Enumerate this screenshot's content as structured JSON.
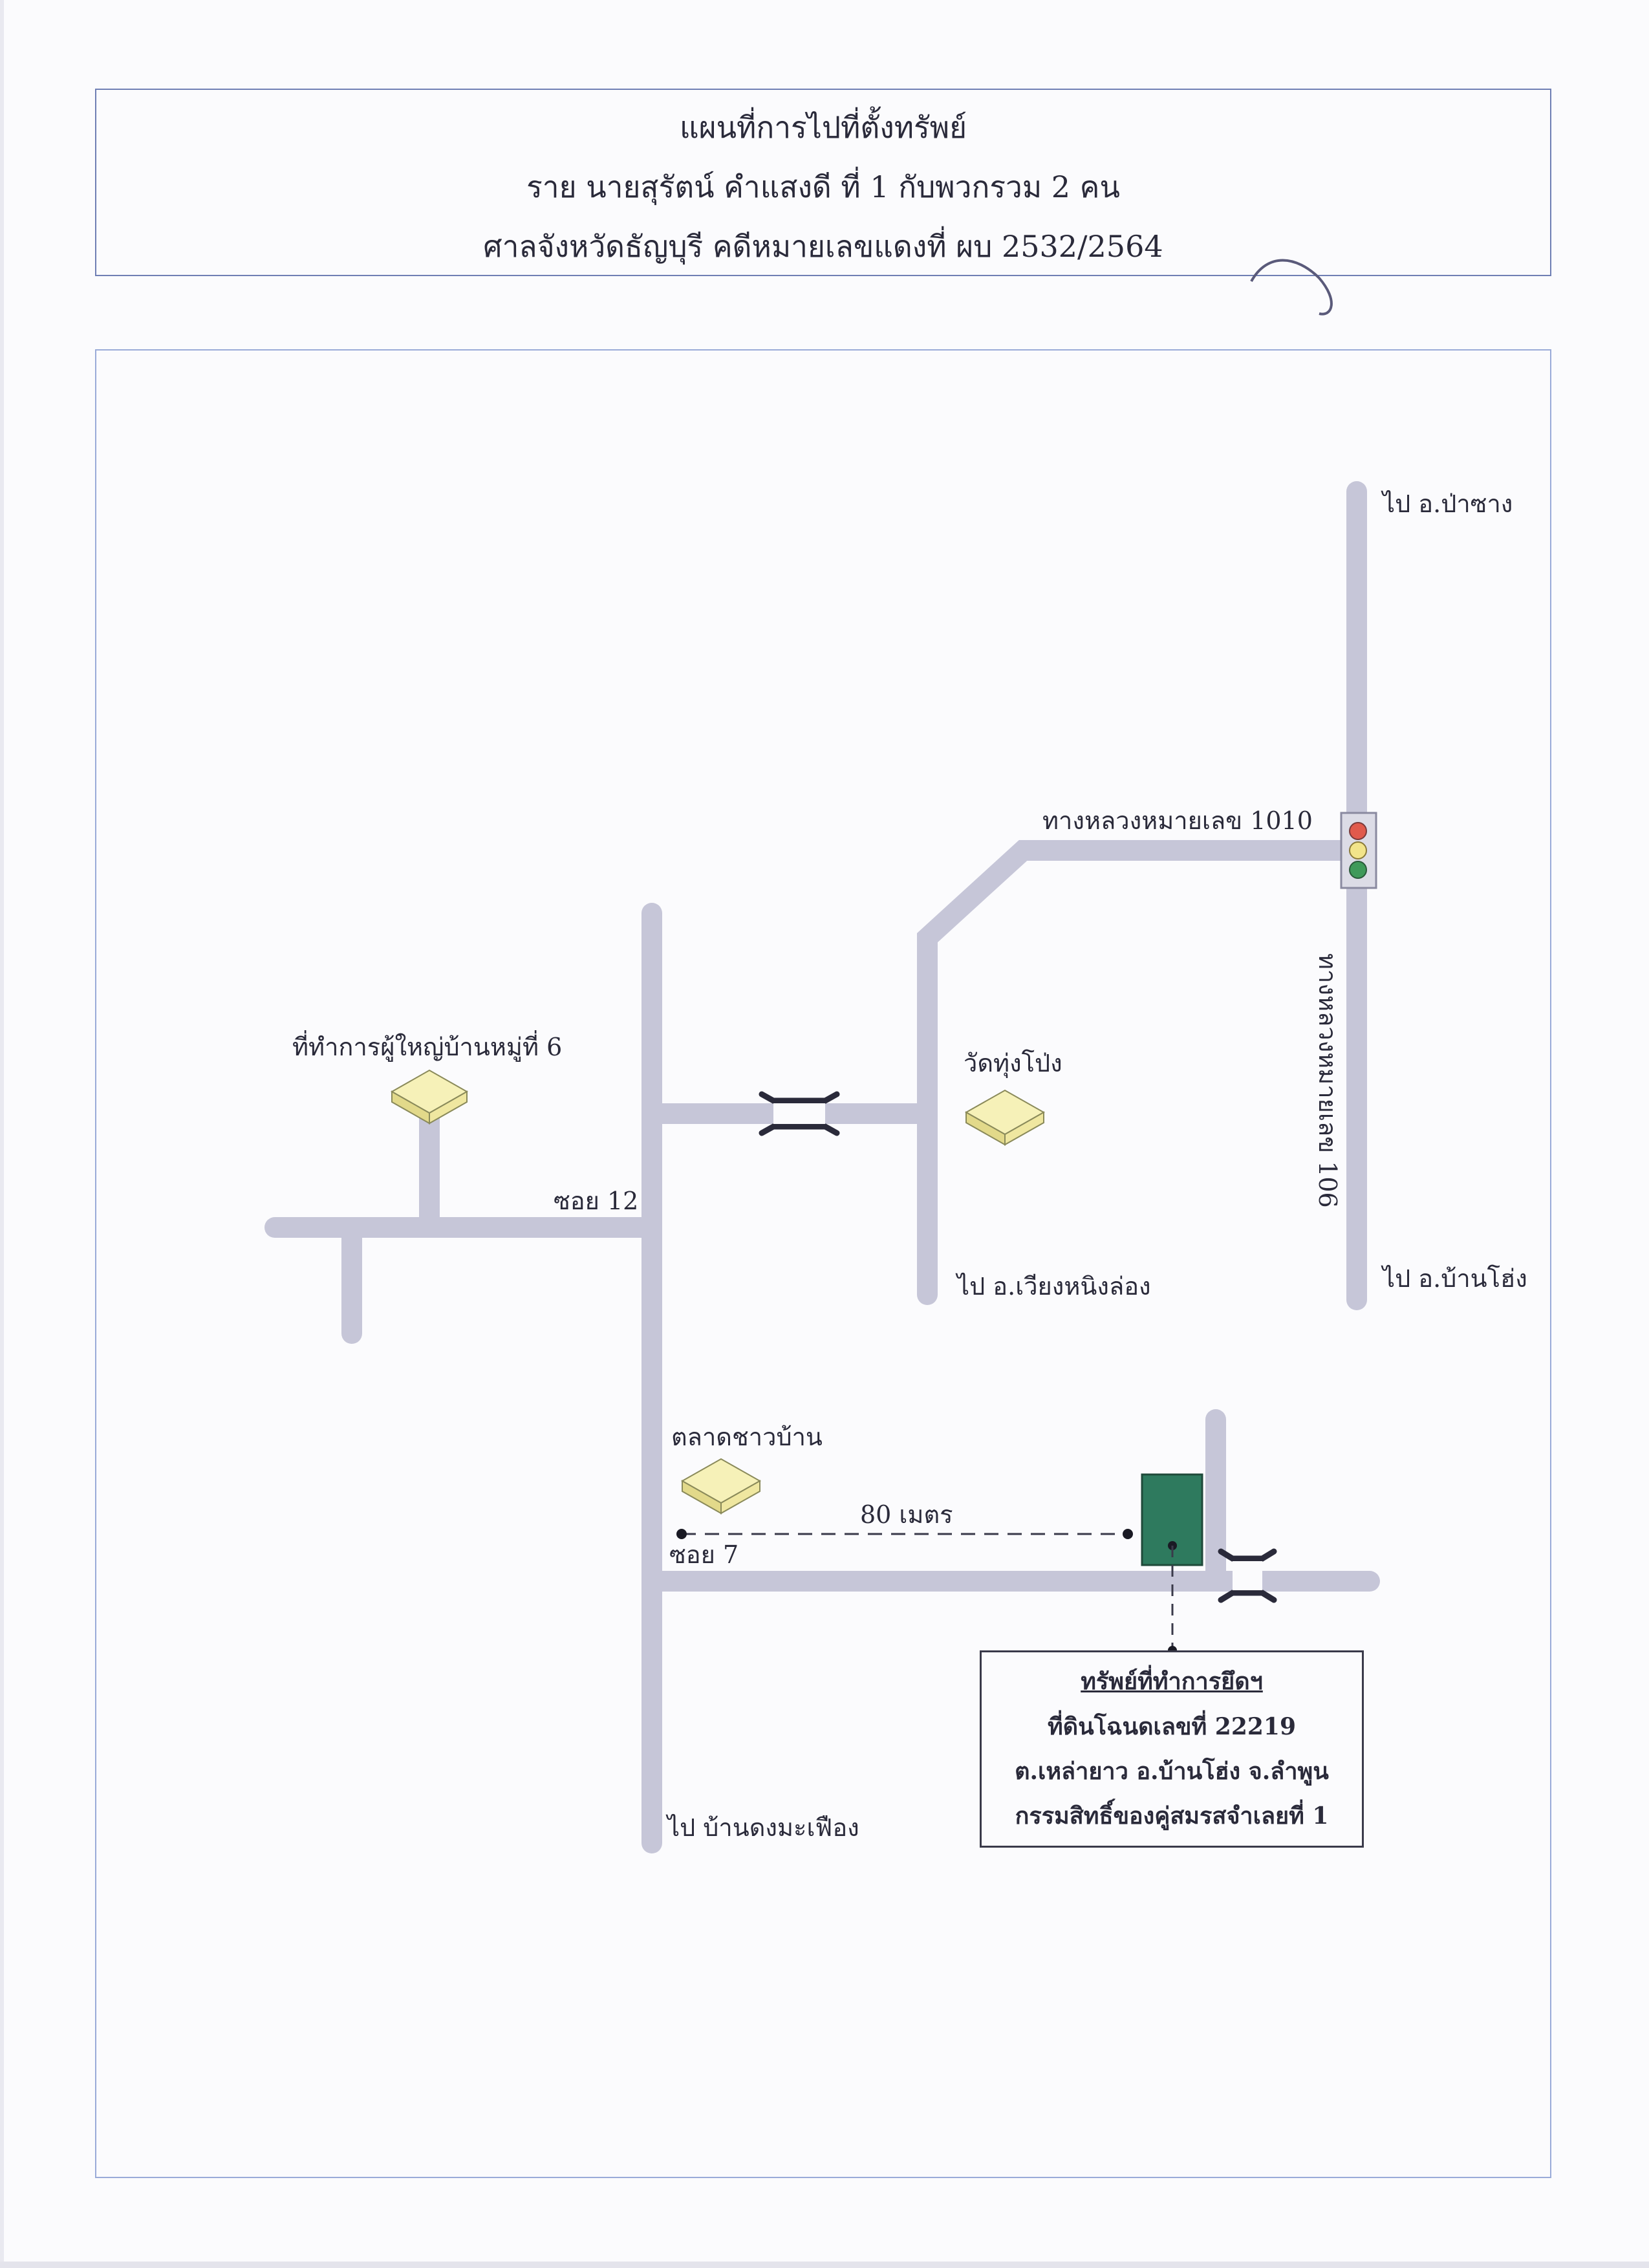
{
  "header": {
    "line1": "แผนที่การไปที่ตั้งทรัพย์",
    "line2": "ราย นายสุรัตน์  คำแสงดี ที่ 1 กับพวกรวม 2 คน",
    "line3": "ศาลจังหวัดธัญบุรี  คดีหมายเลขแดงที่ ผบ 2532/2564"
  },
  "map": {
    "labels": {
      "to_pa_sang": "ไป อ.ป่าซาง",
      "highway_1010": "ทางหลวงหมายเลข 1010",
      "highway_106": "ทางหลวงหมายเลข 106",
      "to_ban_hong": "ไป อ.บ้านโฮ่ง",
      "to_wiang_nong_long": "ไป อ.เวียงหนิงล่อง",
      "wat_thung_pong": "วัดทุ่งโป่ง",
      "village_headman_office": "ที่ทำการผู้ใหญ่บ้านหมู่ที่ 6",
      "soi_12": "ซอย 12",
      "local_market": "ตลาดชาวบ้าน",
      "distance": "80 เมตร",
      "soi_7": "ซอย 7",
      "to_ban_dong_ma_fueang": "ไป บ้านดงมะเฟือง"
    },
    "property_box": {
      "title": "ทรัพย์ที่ทำการยึดฯ",
      "deed": "ที่ดินโฉนดเลขที่ 22219",
      "location": "ต.เหล่ายาว  อ.บ้านโฮ่ง  จ.ลำพูน",
      "owner": "กรรมสิทธิ์ของคู่สมรสจำเลยที่ 1"
    },
    "colors": {
      "road": "#c6c6d8",
      "property": "#2e7a5e",
      "building_top": "#f6f1b8",
      "building_side": "#e2d98a",
      "frame": "#9aabd8"
    }
  }
}
